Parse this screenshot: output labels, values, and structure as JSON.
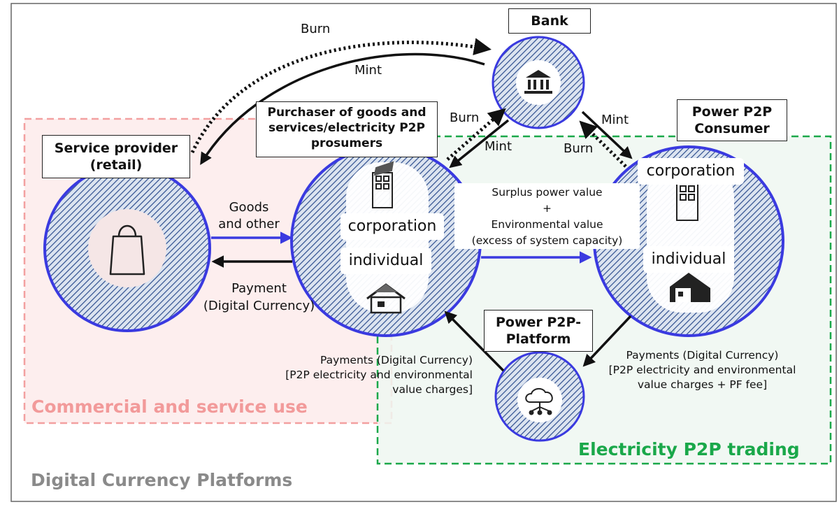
{
  "title": "Digital Currency Platforms",
  "zones": {
    "commercial": "Commercial and service use",
    "p2p": "Electricity P2P trading"
  },
  "nodes": {
    "bank": {
      "label": "Bank",
      "icon": "bank-icon"
    },
    "service_provider": {
      "label_line1": "Service provider",
      "label_line2": "(retail)",
      "icon": "shopping-bag-icon"
    },
    "purchaser": {
      "label_line1": "Purchaser of goods and",
      "label_line2": "services/electricity P2P",
      "label_line3": "prosumers",
      "corporation": "corporation",
      "individual": "individual",
      "icons": [
        "solar-building-icon",
        "solar-house-icon"
      ]
    },
    "consumer": {
      "label_line1": "Power P2P",
      "label_line2": "Consumer",
      "corporation": "corporation",
      "individual": "individual",
      "icons": [
        "building-icon",
        "house-icon"
      ]
    },
    "platform": {
      "label_line1": "Power P2P-",
      "label_line2": "Platform",
      "icon": "cloud-network-icon"
    }
  },
  "flows": {
    "burn_top": "Burn",
    "mint_top": "Mint",
    "burn_left": "Burn",
    "mint_left": "Mint",
    "mint_right": "Mint",
    "burn_right": "Burn",
    "goods_line1": "Goods",
    "goods_line2": "and other",
    "payment_line1": "Payment",
    "payment_line2": "(Digital Currency)",
    "surplus_line1": "Surplus power value",
    "surplus_line2": "+",
    "surplus_line3": "Environmental value",
    "surplus_line4": "(excess of system capacity)",
    "pay_left_line1": "Payments (Digital Currency)",
    "pay_left_line2": "[P2P electricity and environmental",
    "pay_left_line3": "value charges]",
    "pay_right_line1": "Payments (Digital Currency)",
    "pay_right_line2": "[P2P electricity and environmental",
    "pay_right_line3": "value charges + PF fee]"
  },
  "colors": {
    "node_ring": "#3a3ae0",
    "hatch": "#2f4f8f",
    "commercial_border": "#f3a0a0",
    "commercial_fill": "#fdeeee",
    "commercial_text": "#f29a9a",
    "p2p_border": "#1aa84a",
    "p2p_fill": "#eef7f1",
    "p2p_text": "#1aa84a",
    "title_text": "#8a8a8a",
    "flow_blue": "#3a3ae0"
  }
}
